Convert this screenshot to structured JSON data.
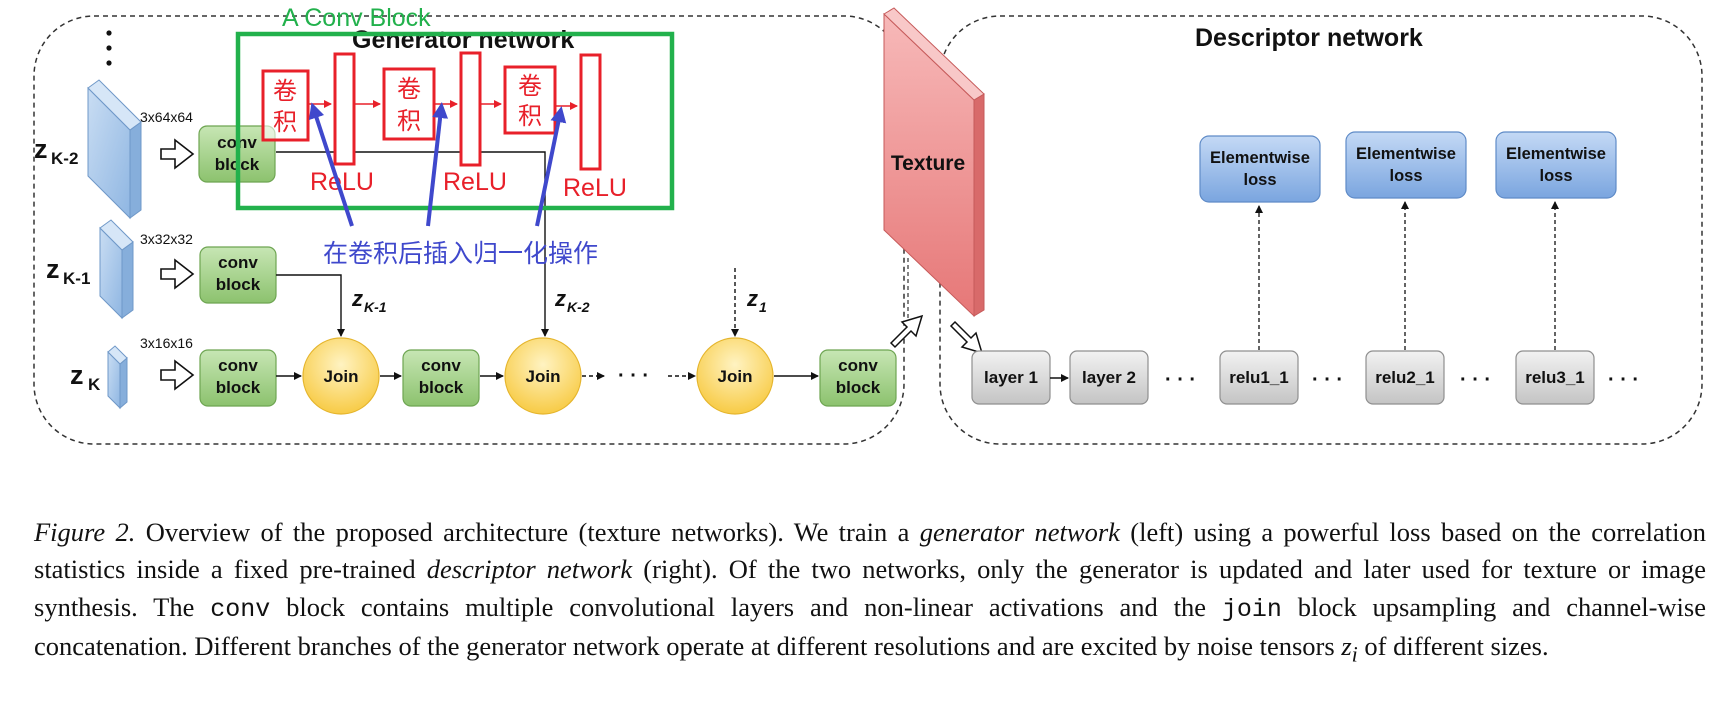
{
  "diagram": {
    "generator_title": "Generator network",
    "descriptor_title": "Descriptor network",
    "texture_label": "Texture",
    "conv_block_line1": "conv",
    "conv_block_line2": "block",
    "join_label": "Join",
    "noise_inputs": [
      {
        "sub": "K-2",
        "size": "3x64x64"
      },
      {
        "sub": "K-1",
        "size": "3x32x32"
      },
      {
        "sub": "K",
        "size": "3x16x16"
      }
    ],
    "skip_labels": [
      {
        "main": "z",
        "sub": "K-1"
      },
      {
        "main": "z",
        "sub": "K-2"
      },
      {
        "main": "z",
        "sub": "1"
      }
    ],
    "ellipsis": "· · ·",
    "layers": [
      "layer 1",
      "layer 2",
      "relu1_1",
      "relu2_1",
      "relu3_1"
    ],
    "loss_line1": "Elementwise",
    "loss_line2": "loss"
  },
  "annotation": {
    "conv_block_title": "A Conv Block",
    "conv_chars": [
      "卷",
      "积"
    ],
    "relu": "ReLU",
    "note": "在卷积后插入归一化操作"
  },
  "caption": {
    "figure_label": "Figure 2.",
    "text_1": " Overview of the proposed architecture (texture networks). We train a ",
    "em_1": "generator network",
    "text_2": " (left) using a powerful loss based on the correlation statistics inside a fixed pre-trained ",
    "em_2": "descriptor network",
    "text_3": " (right). Of the two networks, only the generator is updated and later used for texture or image synthesis. The ",
    "code_1": "conv",
    "text_4": " block contains multiple convolutional layers and non-linear activations and the ",
    "code_2": "join",
    "text_5": " block upsampling and channel-wise concatenation. Different branches of the generator network operate at different resolutions and are excited by noise tensors ",
    "var_main": "z",
    "var_sub": "i",
    "text_6": " of different sizes."
  },
  "colors": {
    "conv_fill": "#a9d18e",
    "join_fill": "#fbd25a",
    "noise_fill": "#9dc3e6",
    "texture_fill": "#ef8f8f",
    "loss_fill": "#8fb4e3",
    "layer_fill": "#d5d5d5",
    "annotation_green": "#22b14c",
    "annotation_red": "#e8202a",
    "annotation_blue": "#3f48cc"
  }
}
